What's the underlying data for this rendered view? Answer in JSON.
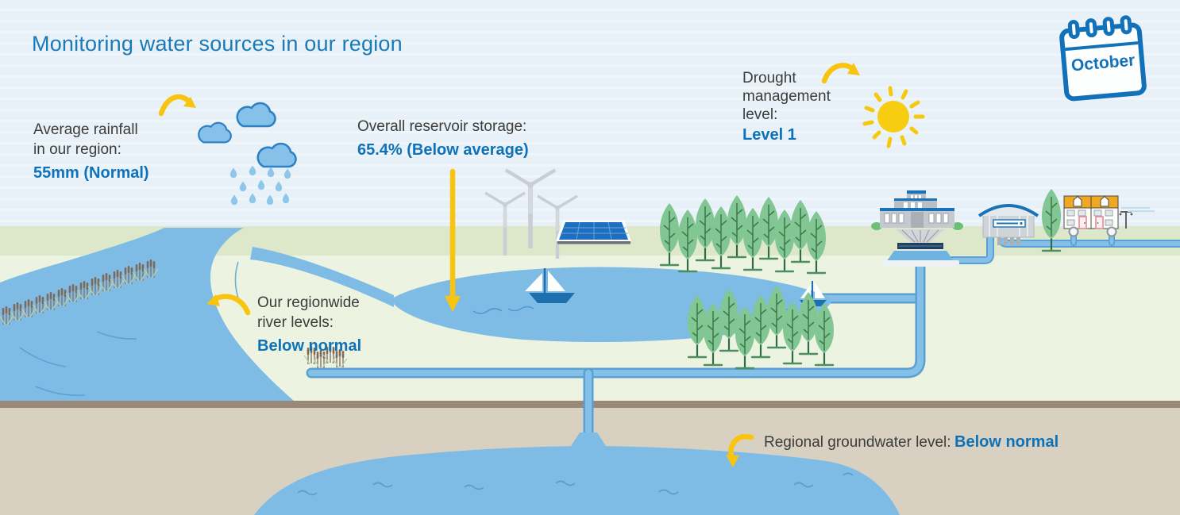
{
  "title": "Monitoring water sources in our region",
  "calendar": {
    "month": "October"
  },
  "metrics": {
    "rainfall": {
      "label_line1": "Average rainfall",
      "label_line2": "in our region:",
      "value": "55mm (Normal)"
    },
    "reservoir": {
      "label": "Overall reservoir storage:",
      "value": "65.4% (Below average)"
    },
    "drought": {
      "label_line1": "Drought",
      "label_line2": "management",
      "label_line3": "level:",
      "value": "Level 1"
    },
    "river": {
      "label_line1": "Our regionwide",
      "label_line2": "river levels:",
      "value": "Below normal"
    },
    "groundwater": {
      "label": "Regional groundwater level:",
      "value": "Below normal"
    }
  },
  "colors": {
    "title_blue": "#1a79b7",
    "accent_blue": "#0e72b8",
    "text_dark": "#3c3c3b",
    "water_blue": "#7fbce5",
    "arrow_yellow": "#f8c40f",
    "sun_yellow": "#f6cd11",
    "calendar_blue": "#1272b9"
  }
}
